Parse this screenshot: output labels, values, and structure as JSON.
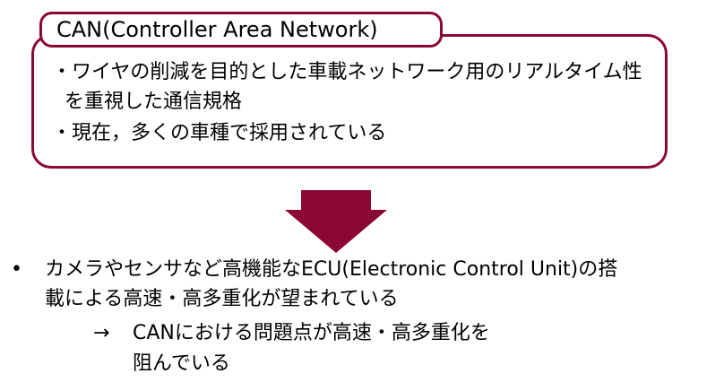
{
  "colors": {
    "accent": "#8b0836",
    "text": "#000000",
    "background": "#ffffff"
  },
  "box": {
    "title": "CAN(Controller Area Network)",
    "lines": [
      "・ワイヤの削減を目的とした車載ネットワーク用のリアルタイム性",
      "を重視した通信規格",
      "・現在，多くの車種で採用されている"
    ]
  },
  "arrow_icon": "down-arrow-icon",
  "body": {
    "bullet": "•",
    "lines": [
      "カメラやセンサなど高機能なECU(Electronic Control Unit)の搭",
      "載による高速・高多重化が望まれている"
    ],
    "consequence_marker": "→",
    "consequence_lines": [
      "CANにおける問題点が高速・高多重化を",
      "阻んでいる"
    ]
  }
}
